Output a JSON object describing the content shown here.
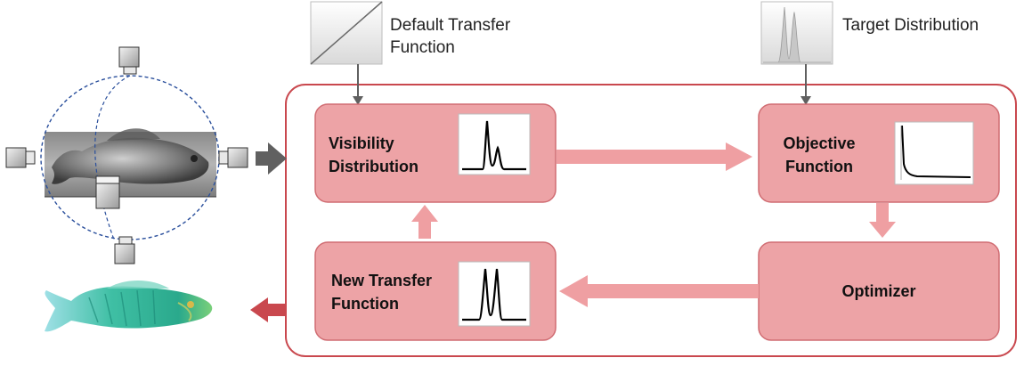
{
  "inputs": {
    "default_tf_label": [
      "Default Transfer",
      "Function"
    ],
    "target_dist_label": "Target Distribution"
  },
  "boxes": {
    "visibility": [
      "Visibility",
      "Distribution"
    ],
    "objective": [
      "Objective",
      "Function"
    ],
    "new_tf": [
      "New Transfer",
      "Function"
    ],
    "optimizer": "Optimizer"
  },
  "colors": {
    "box_fill": "#eda3a6",
    "box_border": "#d06c72",
    "frame_border": "#c9484e",
    "arrow_pink": "#ef9fa2",
    "arrow_red": "#c9484e",
    "arrow_gray": "#606060",
    "fish_teal": "#3fbfa4",
    "sphere_dash": "#2a4f9c"
  },
  "icons": {
    "camera": "camera-icon",
    "fish_xray": "fish-xray-image",
    "fish_render": "fish-render-image"
  }
}
